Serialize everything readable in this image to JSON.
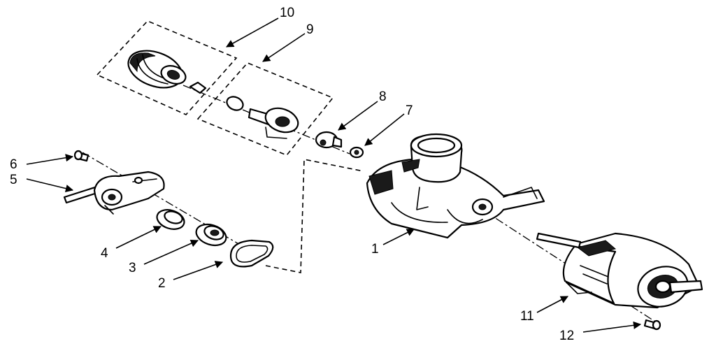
{
  "callouts": [
    {
      "id": "c1",
      "label": "1"
    },
    {
      "id": "c2",
      "label": "2"
    },
    {
      "id": "c3",
      "label": "3"
    },
    {
      "id": "c4",
      "label": "4"
    },
    {
      "id": "c5",
      "label": "5"
    },
    {
      "id": "c6",
      "label": "6"
    },
    {
      "id": "c7",
      "label": "7"
    },
    {
      "id": "c8",
      "label": "8"
    },
    {
      "id": "c9",
      "label": "9"
    },
    {
      "id": "c10",
      "label": "10"
    },
    {
      "id": "c11",
      "label": "11"
    },
    {
      "id": "c12",
      "label": "12"
    }
  ],
  "colors": {
    "line": "#000000",
    "background": "#ffffff"
  }
}
